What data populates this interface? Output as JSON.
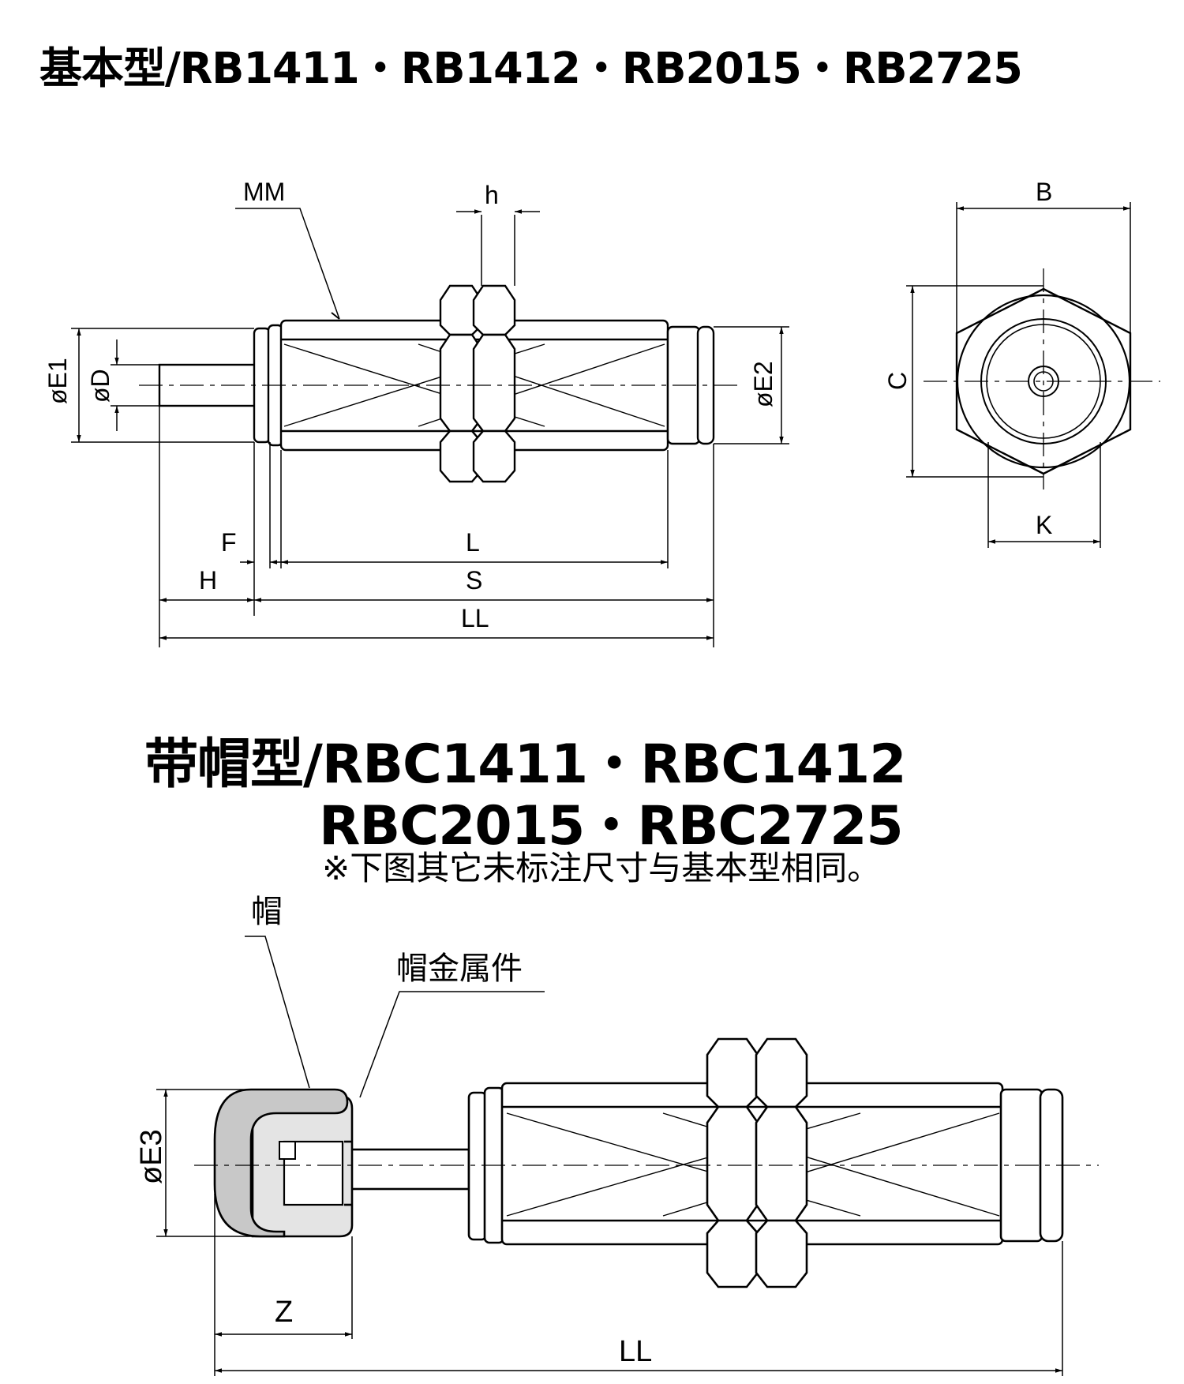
{
  "titles": {
    "basic": "基本型/RB1411・RB1412・RB2015・RB2725",
    "cap_line1": "带帽型/RBC1411・RBC1412",
    "cap_line2": "RBC2015・RBC2725",
    "note": "※下图其它未标注尺寸与基本型相同。"
  },
  "labels": {
    "MM": "MM",
    "h": "h",
    "phiE1": "øE1",
    "phiD": "øD",
    "phiE2": "øE2",
    "F": "F",
    "L": "L",
    "H": "H",
    "S": "S",
    "LL": "LL",
    "B": "B",
    "C": "C",
    "K": "K",
    "cap": "帽",
    "cap_fitting": "帽金属件",
    "phiE3": "øE3",
    "Z": "Z",
    "LL2": "LL"
  },
  "colors": {
    "line": "#000000",
    "cap_fill": "#c8c8c8",
    "fitting_fill": "#e4e4e4"
  }
}
